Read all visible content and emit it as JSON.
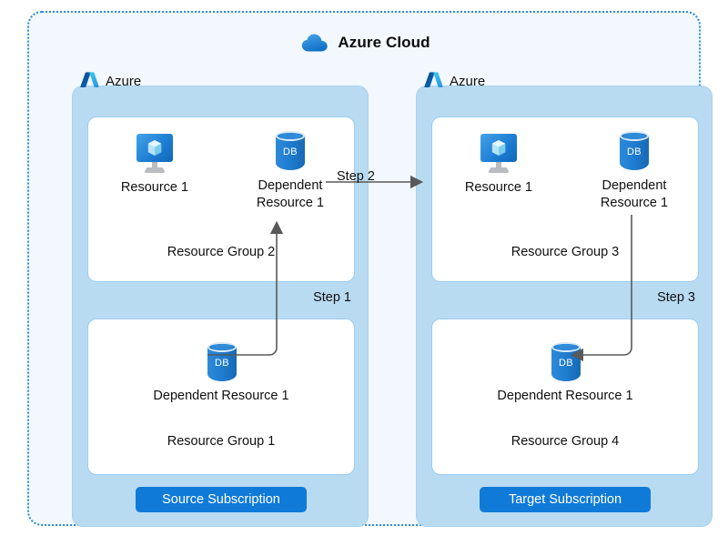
{
  "cloud": {
    "title": "Azure Cloud",
    "icon": "cloud-icon"
  },
  "subscriptions": [
    {
      "id": "source",
      "azure_label": "Azure",
      "azure_icon": "azure-a-logo-icon",
      "button_label": "Source Subscription",
      "groups": [
        {
          "id": "rg2",
          "label": "Resource Group 2",
          "resources": [
            {
              "icon": "virtual-machine-icon",
              "caption": "Resource 1"
            },
            {
              "icon": "database-icon",
              "icon_text": "DB",
              "caption": "Dependent\nResource 1"
            }
          ]
        },
        {
          "id": "rg1",
          "label": "Resource Group 1",
          "resources": [
            {
              "icon": "database-icon",
              "icon_text": "DB",
              "caption": "Dependent Resource 1"
            }
          ]
        }
      ]
    },
    {
      "id": "target",
      "azure_label": "Azure",
      "azure_icon": "azure-a-logo-icon",
      "button_label": "Target Subscription",
      "groups": [
        {
          "id": "rg3",
          "label": "Resource Group 3",
          "resources": [
            {
              "icon": "virtual-machine-icon",
              "caption": "Resource 1"
            },
            {
              "icon": "database-icon",
              "icon_text": "DB",
              "caption": "Dependent\nResource 1"
            }
          ]
        },
        {
          "id": "rg4",
          "label": "Resource Group 4",
          "resources": [
            {
              "icon": "database-icon",
              "icon_text": "DB",
              "caption": "Dependent Resource 1"
            }
          ]
        }
      ]
    }
  ],
  "steps": [
    {
      "id": "step1",
      "label": "Step 1"
    },
    {
      "id": "step2",
      "label": "Step 2"
    },
    {
      "id": "step3",
      "label": "Step 3"
    }
  ],
  "colors": {
    "cloud_fill": "#f2f8fd",
    "cloud_border": "#2b8ae0",
    "subscription_fill": "#b9dbf2",
    "group_fill": "#ffffff",
    "group_border": "#9ccdf0",
    "button_fill": "#0f7ad8",
    "button_text": "#ffffff",
    "arrow": "#595959",
    "azure_blue": "#1f7ed2"
  }
}
